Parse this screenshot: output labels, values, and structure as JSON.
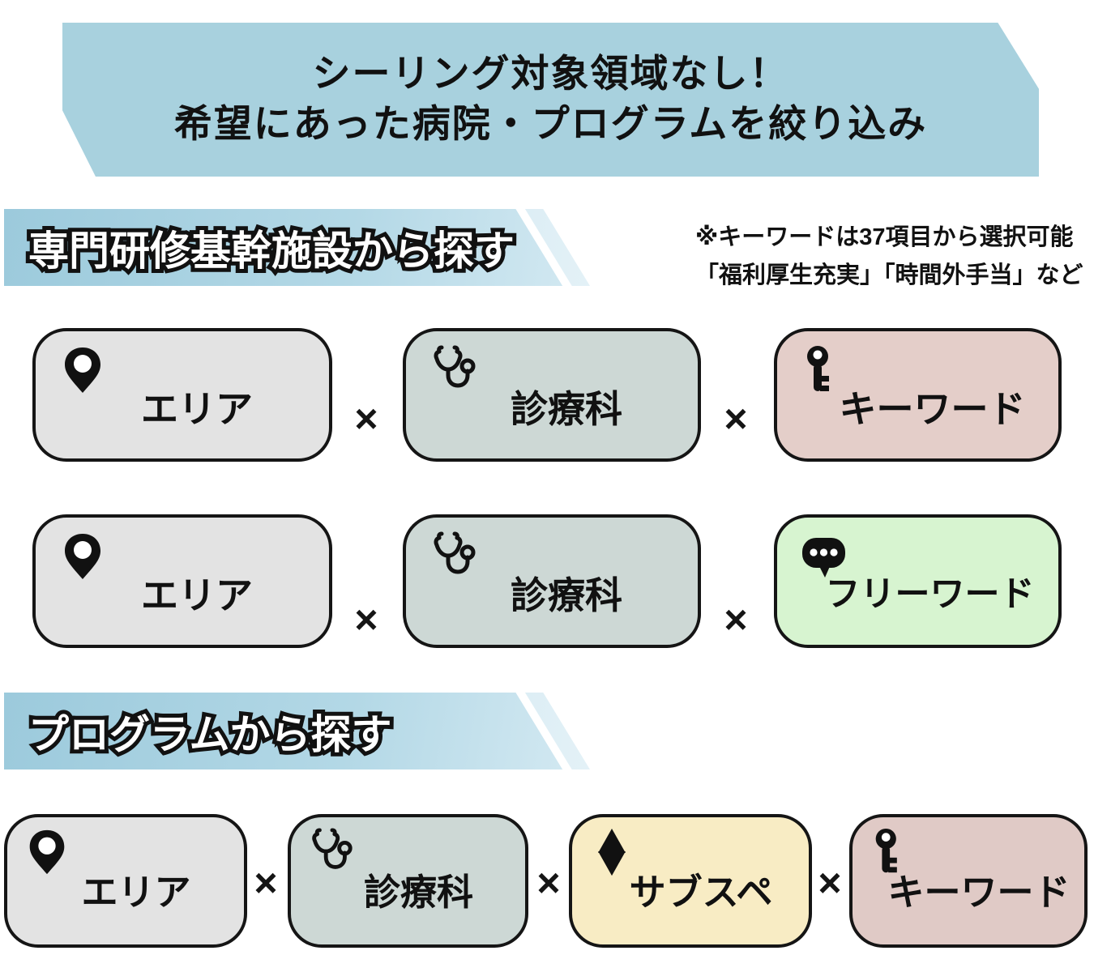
{
  "banner": {
    "line1": "シーリング対象領域なし！",
    "line2": "希望にあった病院・プログラムを絞り込み",
    "bg": "#a8d1de"
  },
  "op": "×",
  "sections": [
    {
      "title": "専門研修基幹施設から探す",
      "note": {
        "line1": "※キーワードは37項目から選択可能",
        "line2": "「福利厚生充実」「時間外手当」など"
      },
      "rows": [
        {
          "boxes": [
            {
              "icon": "location-pin-icon",
              "label": "エリア",
              "bg": "#e3e3e3"
            },
            {
              "icon": "stethoscope-icon",
              "label": "診療科",
              "bg": "#cdd8d5"
            },
            {
              "icon": "key-icon",
              "label": "キーワード",
              "bg": "#e4cec9"
            }
          ]
        },
        {
          "boxes": [
            {
              "icon": "location-pin-icon",
              "label": "エリア",
              "bg": "#e3e3e3"
            },
            {
              "icon": "stethoscope-icon",
              "label": "診療科",
              "bg": "#cdd8d5"
            },
            {
              "icon": "speech-bubble-icon",
              "label": "フリーワード",
              "bg": "#d7f4d0"
            }
          ]
        }
      ]
    },
    {
      "title": "プログラムから探す",
      "rows": [
        {
          "boxes": [
            {
              "icon": "location-pin-icon",
              "label": "エリア",
              "bg": "#e3e3e3"
            },
            {
              "icon": "stethoscope-icon",
              "label": "診療科",
              "bg": "#cdd8d5"
            },
            {
              "icon": "star-icon",
              "label": "サブスペ",
              "bg": "#f8ecc4"
            },
            {
              "icon": "key-icon",
              "label": "キーワード",
              "bg": "#e0cac6"
            }
          ]
        }
      ]
    }
  ],
  "colors": {
    "ribbon_gradient_start": "#9ccadc",
    "ribbon_gradient_end": "#d9ecf4",
    "box_border": "#151515",
    "text": "#111111"
  }
}
